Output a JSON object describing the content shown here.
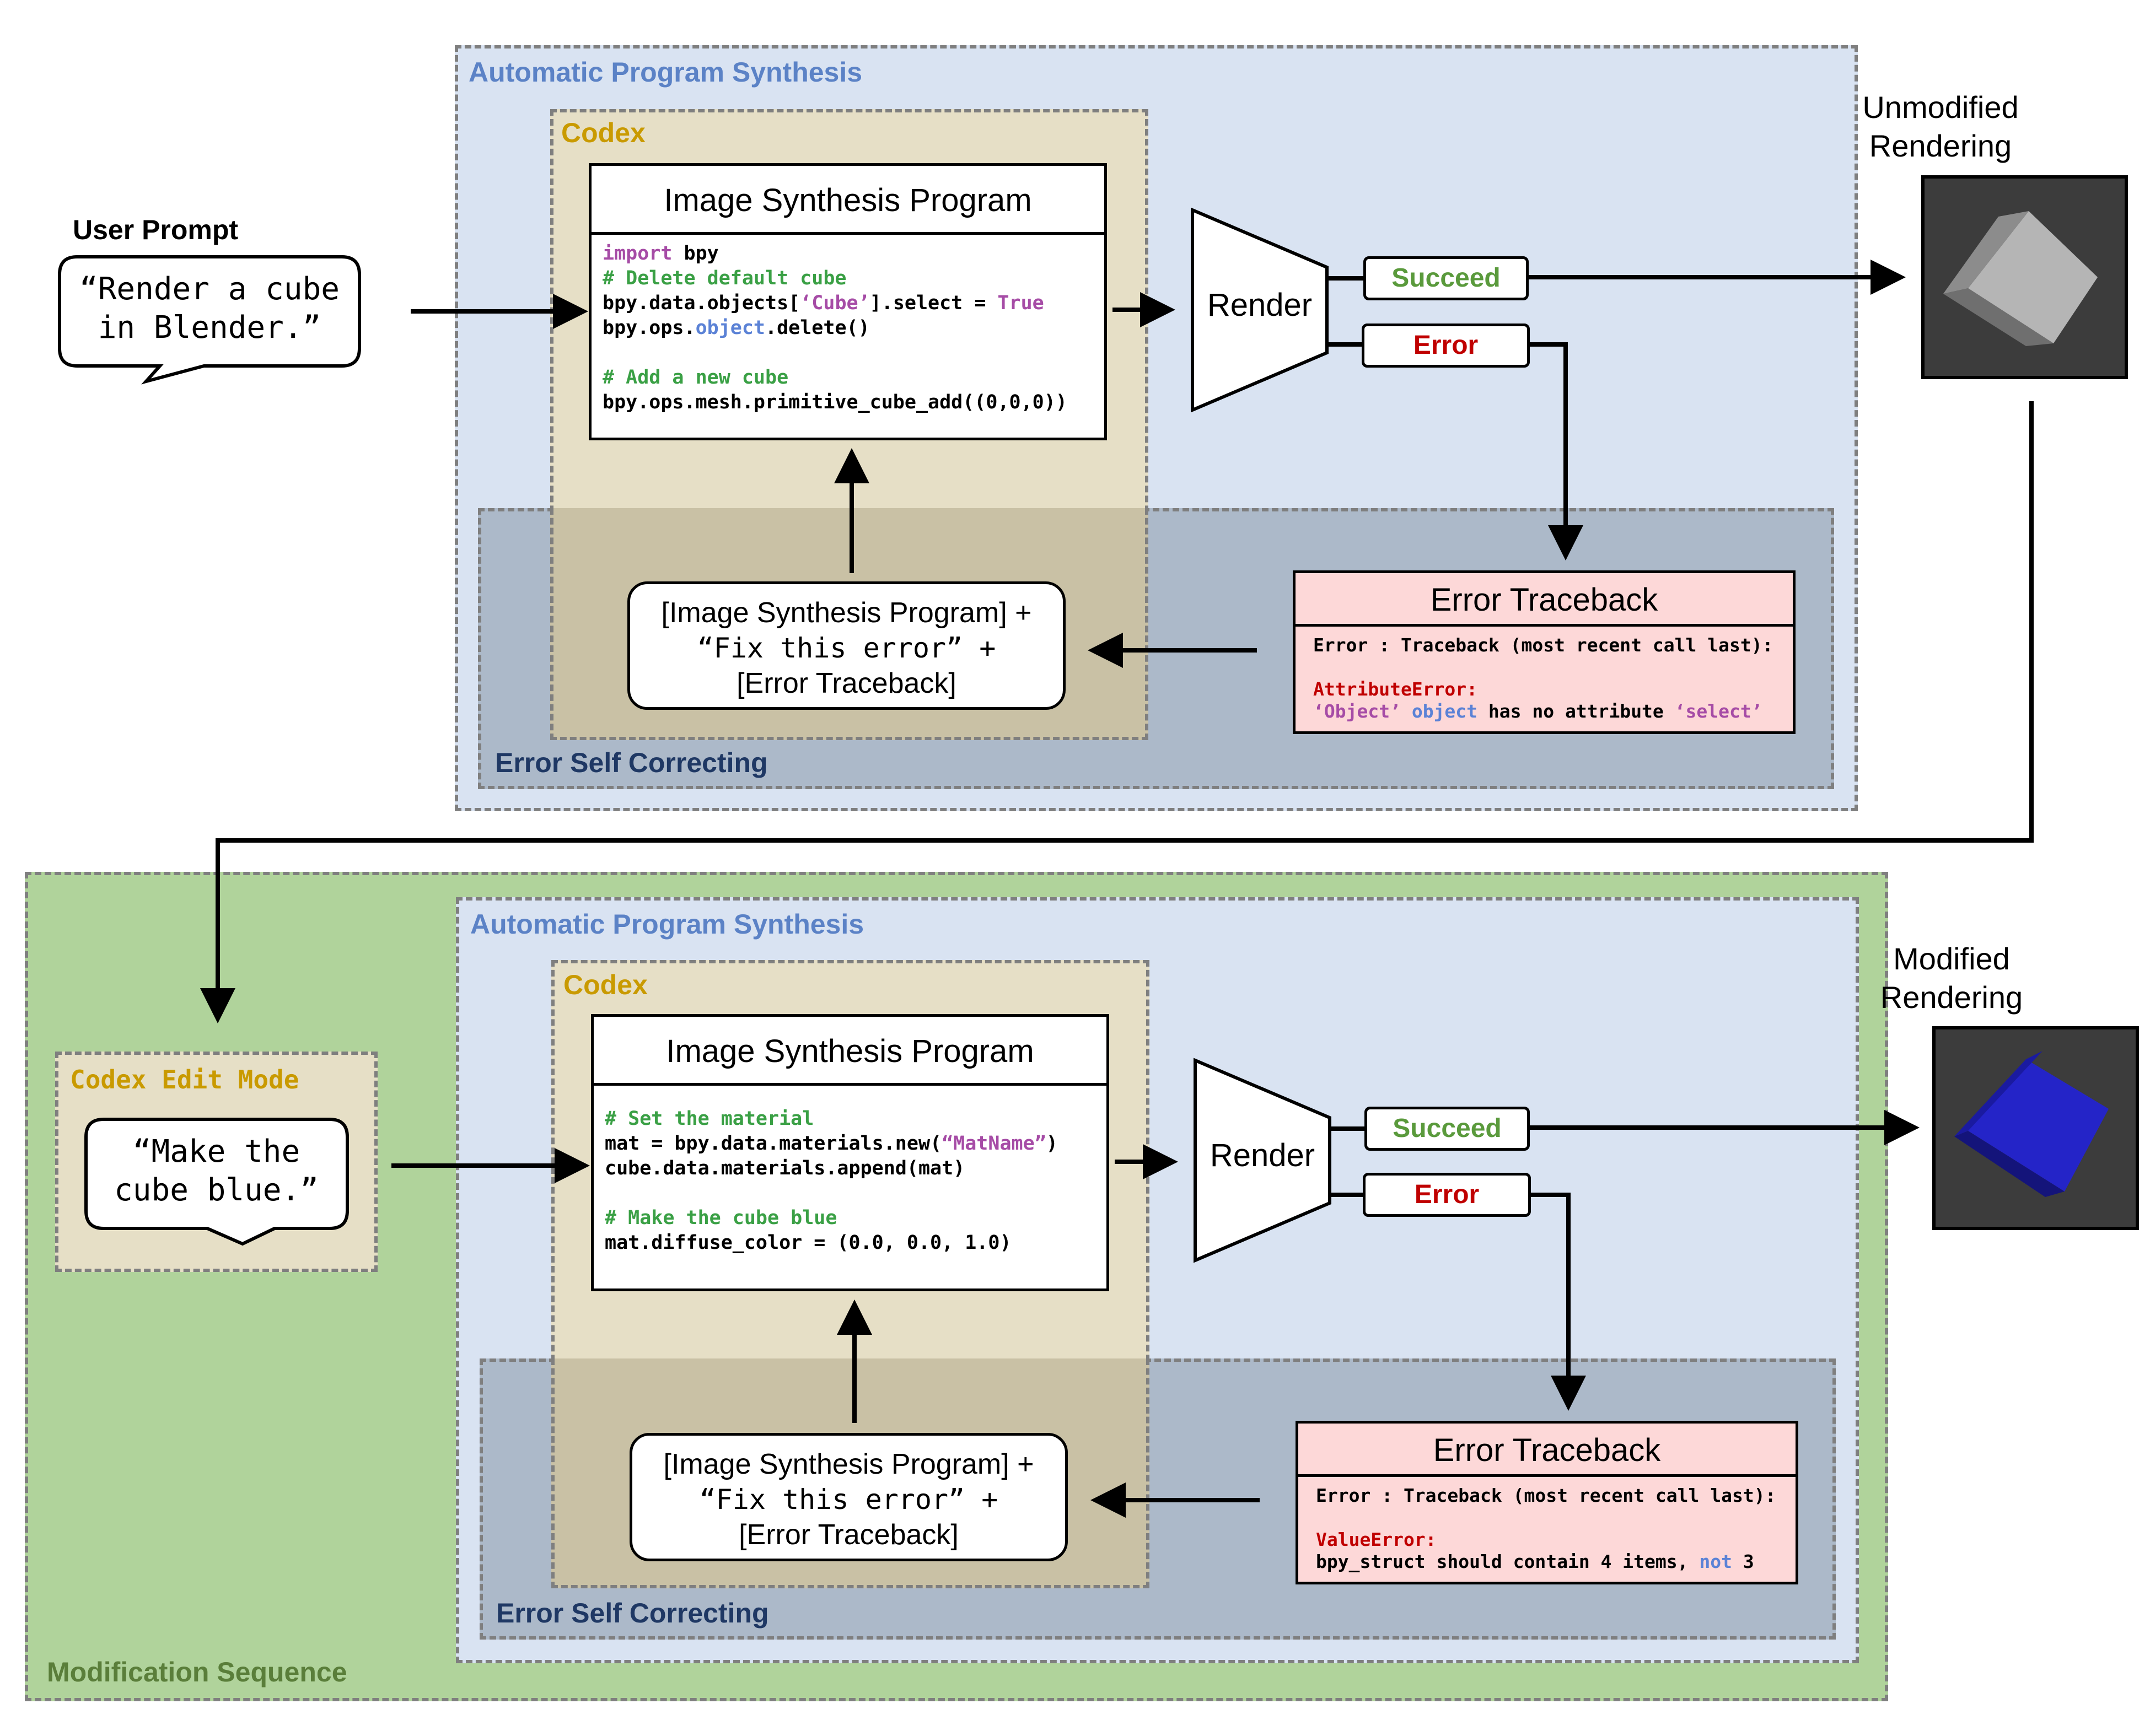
{
  "user_prompt": {
    "label": "User Prompt",
    "bubble_line1": "“Render a cube",
    "bubble_line2": "in Blender.”"
  },
  "top": {
    "aps_label": "Automatic Program Synthesis",
    "codex_label": "Codex",
    "program_title": "Image Synthesis Program",
    "code": {
      "l1_kw": "import",
      "l1_rest": " bpy",
      "l2": "# Delete default cube",
      "l3_a": "bpy.data.objects[",
      "l3_str": "‘Cube’",
      "l3_b": "].select = ",
      "l3_kw": "True",
      "l4_a": "bpy.ops.",
      "l4_obj": "object",
      "l4_b": ".delete()",
      "l5": "# Add a new cube",
      "l6": "bpy.ops.mesh.primitive_cube_add((0,0,0))"
    },
    "render_label": "Render",
    "succeed_label": "Succeed",
    "error_label": "Error",
    "esc_label": "Error Self Correcting",
    "fix_line1": "[Image Synthesis Program] +",
    "fix_line2": "“Fix this error” +",
    "fix_line3": "[Error Traceback]",
    "traceback_title": "Error Traceback",
    "tb_line1": "Error : Traceback (most recent call last):",
    "tb_err": "AttributeError:",
    "tb_l3_str": "‘Object’",
    "tb_l3_obj": "object",
    "tb_l3_mid": " has no attribute ",
    "tb_l3_str2": "‘select’",
    "rendering_line1": "Unmodified",
    "rendering_line2": "Rendering"
  },
  "modification": {
    "label": "Modification Sequence",
    "edit_mode_label": "Codex Edit Mode",
    "bubble_line1": "“Make the",
    "bubble_line2": "cube blue.”"
  },
  "bottom": {
    "aps_label": "Automatic Program Synthesis",
    "codex_label": "Codex",
    "program_title": "Image Synthesis Program",
    "code": {
      "l1": "# Set the material",
      "l2_a": "mat = bpy.data.materials.new(",
      "l2_str": "“MatName”",
      "l2_b": ")",
      "l3": "cube.data.materials.append(mat)",
      "l4": "# Make the cube blue",
      "l5": "mat.diffuse_color = (0.0, 0.0, 1.0)"
    },
    "render_label": "Render",
    "succeed_label": "Succeed",
    "error_label": "Error",
    "esc_label": "Error Self Correcting",
    "fix_line1": "[Image Synthesis Program] +",
    "fix_line2": "“Fix this error” +",
    "fix_line3": "[Error Traceback]",
    "traceback_title": "Error Traceback",
    "tb_line1": "Error : Traceback (most recent call last):",
    "tb_err": "ValueError:",
    "tb_l3_a": "bpy_struct should contain 4 items, ",
    "tb_l3_not": "not",
    "tb_l3_b": " 3",
    "rendering_line1": "Modified",
    "rendering_line2": "Rendering"
  },
  "colors": {
    "aps_bg": "#d9e3f2",
    "codex_bg": "#e6dfc6",
    "esc_bg": "#acb9c9",
    "overlap_bg": "#c9c1a5",
    "modification_bg": "#b0d39b",
    "traceback_bg": "#fdd8d8",
    "succeed_text": "#5a9a3c",
    "error_text": "#c00000",
    "aps_label": "#5b82c6",
    "codex_label": "#c99a00",
    "esc_label": "#1f3864",
    "modification_label": "#5a7e3a"
  }
}
